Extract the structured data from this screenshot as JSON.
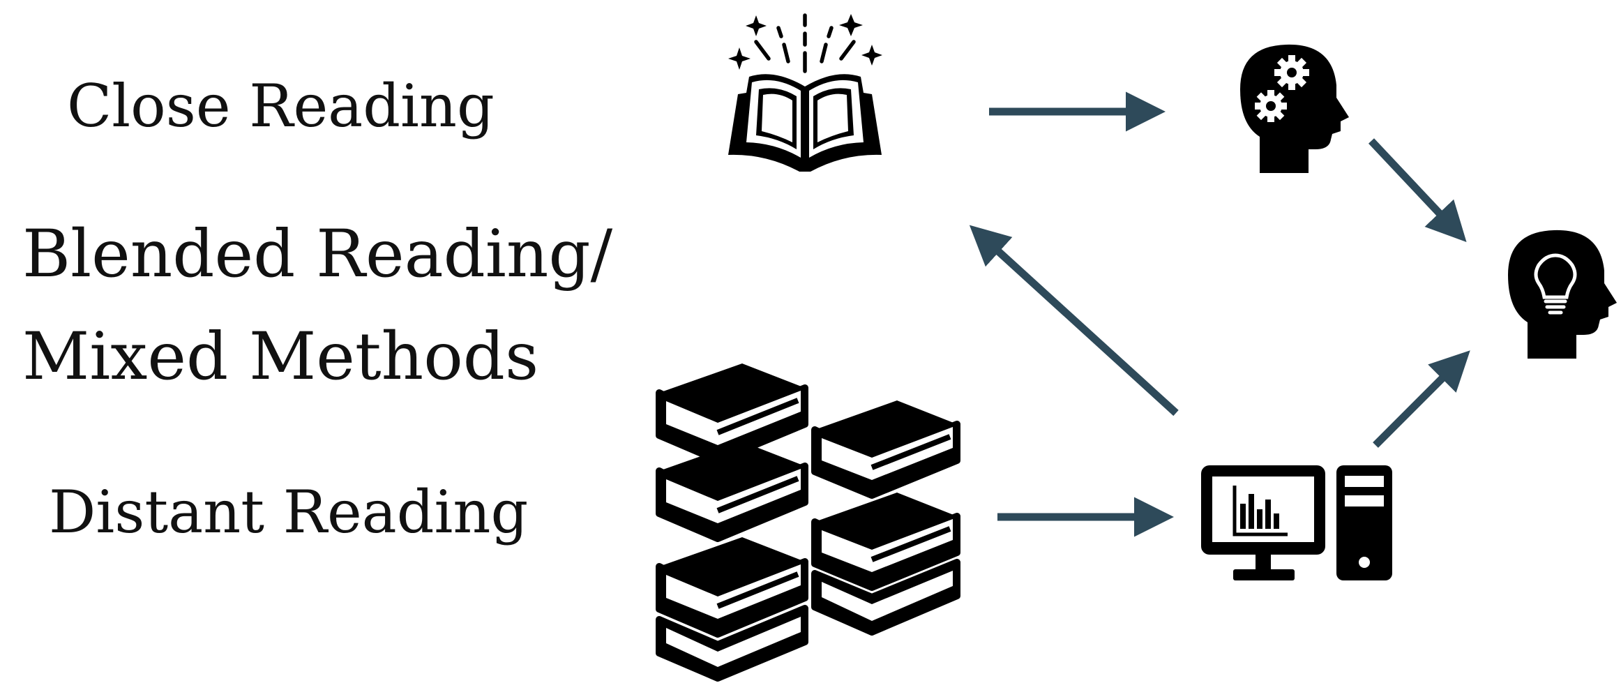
{
  "labels": {
    "close_reading": "Close Reading",
    "blended_line1": "Blended Reading/",
    "blended_line2": "Mixed Methods",
    "distant_reading": "Distant Reading"
  },
  "icons": {
    "open_book": "open-book-icon",
    "head_gears": "head-gears-icon",
    "head_lightbulb": "head-lightbulb-icon",
    "book_stacks": "book-stacks-icon",
    "computer": "computer-chart-icon"
  },
  "colors": {
    "arrow": "#2e4a5a",
    "icon": "#000000",
    "text": "#111111"
  }
}
